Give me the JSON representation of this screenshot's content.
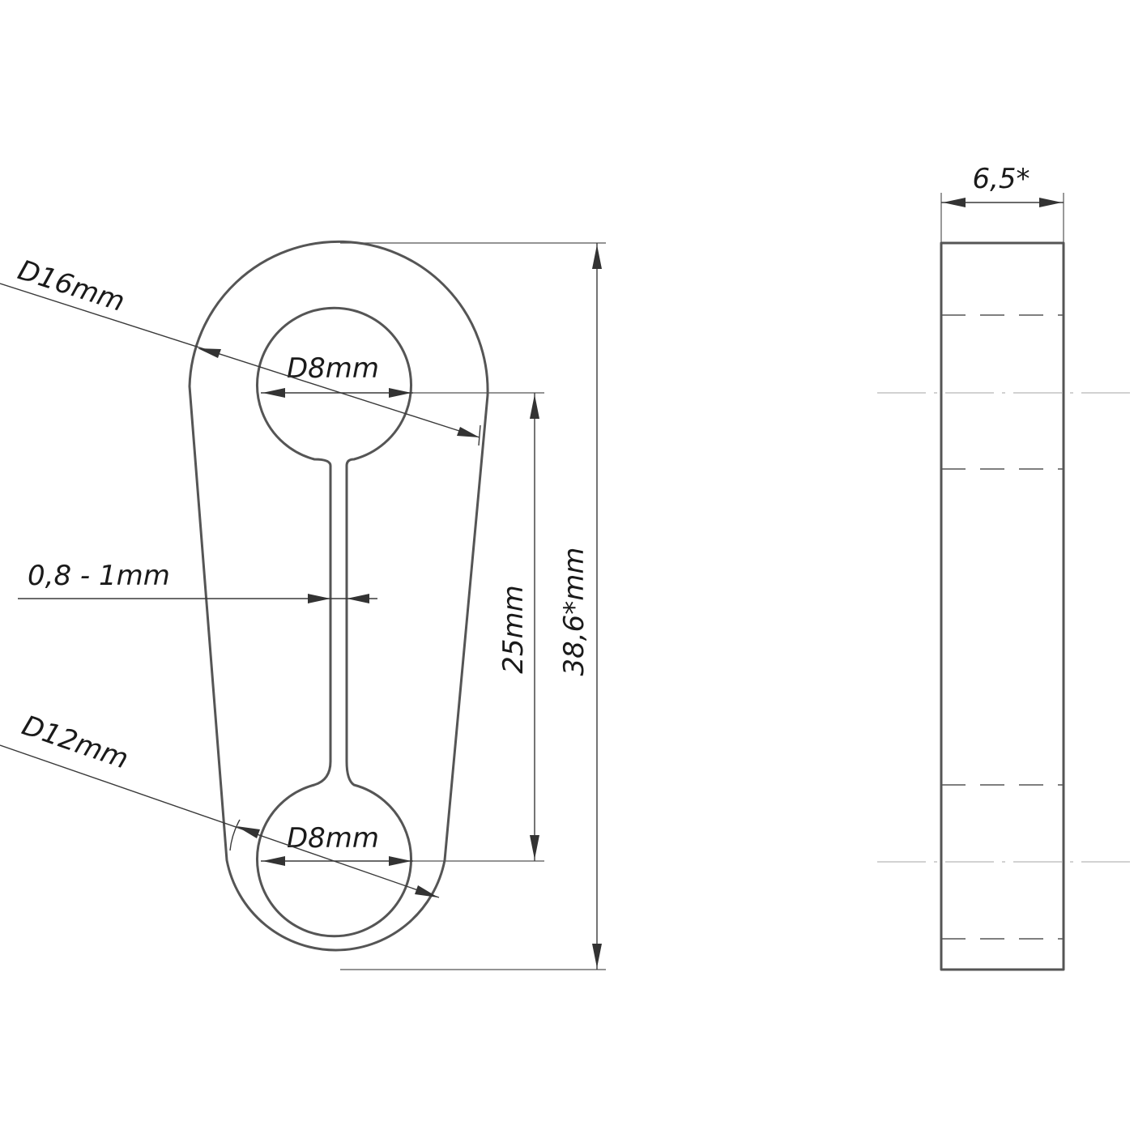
{
  "dimensions": {
    "outer_top_diameter": "D16mm",
    "top_hole_diameter": "D8mm",
    "slit_width": "0,8 - 1mm",
    "outer_bottom_diameter": "D12mm",
    "bottom_hole_diameter": "D8mm",
    "hole_spacing": "25mm",
    "overall_length": "38,6*mm",
    "thickness": "6,5*"
  },
  "colors": {
    "outline": "#555555",
    "dimension_line": "#3a3a3a",
    "center_line": "#b8b8b8",
    "text": "#1a1a1a"
  }
}
